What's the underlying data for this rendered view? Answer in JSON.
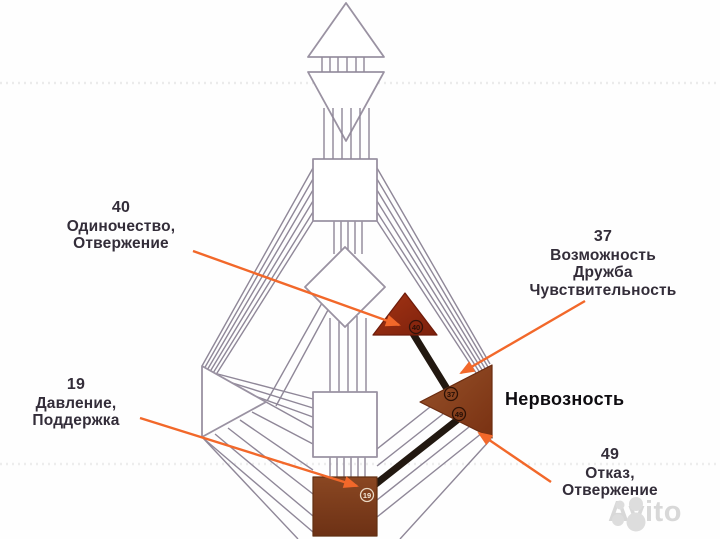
{
  "diagram": {
    "type": "human-design-bodygraph",
    "keyword_label": "Нервозность",
    "watermark": "Avito",
    "annotations": {
      "g40": {
        "number": "40",
        "lines": [
          "Одиночество,",
          "Отвержение"
        ]
      },
      "g37": {
        "number": "37",
        "lines": [
          "Возможность",
          "Дружба",
          "Чувствительность"
        ]
      },
      "g19": {
        "number": "19",
        "lines": [
          "Давление,",
          "Поддержка"
        ]
      },
      "g49": {
        "number": "49",
        "lines": [
          "Отказ,",
          "Отвержение"
        ]
      }
    },
    "gates": {
      "ego": "40",
      "solar_plexus_top": "37",
      "solar_plexus_bottom": "49",
      "root": "19"
    },
    "colors": {
      "arrow_orange": "#f2682a",
      "defined_red": "#8e2613",
      "defined_brown": "#87411f",
      "root_brown": "#7a3c1e",
      "channel_black": "#221810",
      "line_gray": "#8f8798",
      "center_outline": "#9a92a2",
      "text": "#332d39"
    }
  }
}
